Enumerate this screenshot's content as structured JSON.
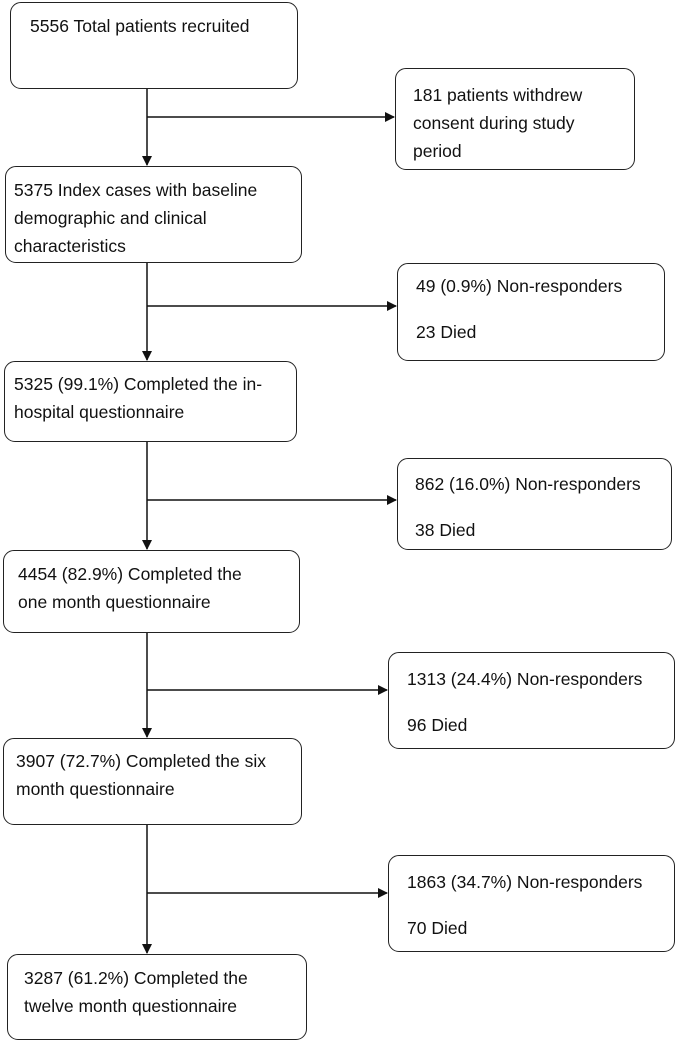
{
  "flowchart": {
    "main_steps": [
      {
        "text": "5556 Total patients recruited"
      },
      {
        "text": "5375 Index cases with baseline\ndemographic and clinical\ncharacteristics"
      },
      {
        "text": "5325 (99.1%) Completed the in-\nhospital questionnaire"
      },
      {
        "text": "4454 (82.9%) Completed the\none month questionnaire"
      },
      {
        "text": "3907 (72.7%) Completed the six\nmonth questionnaire"
      },
      {
        "text": "3287 (61.2%) Completed the\ntwelve month questionnaire"
      }
    ],
    "exclusions": [
      {
        "line1": "181 patients withdrew\nconsent during study\nperiod"
      },
      {
        "line1": "49 (0.9%) Non-responders",
        "line2": "23 Died"
      },
      {
        "line1": "862 (16.0%) Non-responders",
        "line2": "38 Died"
      },
      {
        "line1": "1313 (24.4%) Non-responders",
        "line2": "96 Died"
      },
      {
        "line1": "1863 (34.7%) Non-responders",
        "line2": "70 Died"
      }
    ]
  }
}
